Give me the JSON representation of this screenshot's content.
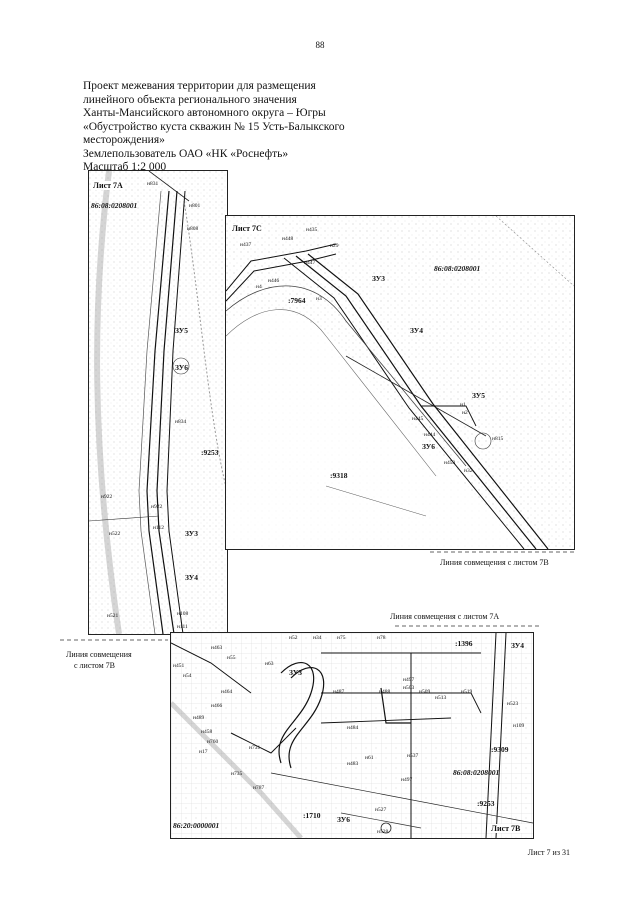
{
  "page_number": "88",
  "title_lines": [
    "Проект межевания территории для размещения",
    "линейного объекта регионального значения",
    "Ханты-Мансийского автономного округа – Югры",
    "«Обустройство куста скважин № 15 Усть-Балыкского",
    "месторождения»",
    "Землепользователь ОАО «НК «Роснефть»",
    "Масштаб 1:2 000"
  ],
  "sheet_a": {
    "sheet_label": "Лист 7А",
    "cadastral": "86:08:0208001",
    "parcels": [
      "ЗУ5",
      "ЗУ6",
      "ЗУ3",
      "ЗУ4"
    ],
    "quarter": ":9253",
    "points": [
      "н831",
      "н801",
      "н808",
      "н834",
      "н922",
      "н922",
      "н522",
      "н112",
      "н108",
      "н521",
      "н111"
    ]
  },
  "sheet_c": {
    "sheet_label": "Лист 7С",
    "cadastral": "86:08:0208001",
    "parcels": [
      "ЗУ3",
      "ЗУ4",
      "ЗУ5",
      "ЗУ6"
    ],
    "quarters": [
      ":7964",
      ":9318"
    ],
    "points": [
      "н437",
      "н448",
      "н435",
      "н29",
      "н446",
      "н447",
      "н4",
      "н3",
      "н445",
      "н1",
      "н2",
      "н444",
      "н815",
      "н453",
      "н32"
    ]
  },
  "sheet_b": {
    "sheet_label": "Лист 7В",
    "cadastral_1": "86:08:0208001",
    "cadastral_2": "86:20:0000001",
    "parcels": [
      "ЗУ3",
      "ЗУ4",
      "ЗУ6"
    ],
    "quarters": [
      ":1396",
      ":9309",
      ":9253",
      ":1710"
    ],
    "points": [
      "н52",
      "н34",
      "н75",
      "н78",
      "н463",
      "н55",
      "н63",
      "н451",
      "н54",
      "н464",
      "н466",
      "н489",
      "н458",
      "н760",
      "н17",
      "н731",
      "н735",
      "н787",
      "н487",
      "н488",
      "н497",
      "н503",
      "н509",
      "н513",
      "н519",
      "н523",
      "н109",
      "н484",
      "н537",
      "н61",
      "н497",
      "н483",
      "н527",
      "н528"
    ]
  },
  "notes": {
    "join_7v_right": "Линия совмещения с листом 7В",
    "join_7a": "Линия совмещения с листом 7А",
    "join_7v_left_1": "Линия совмещения",
    "join_7v_left_2": "с листом 7В"
  },
  "footer": "Лист 7 из 31"
}
